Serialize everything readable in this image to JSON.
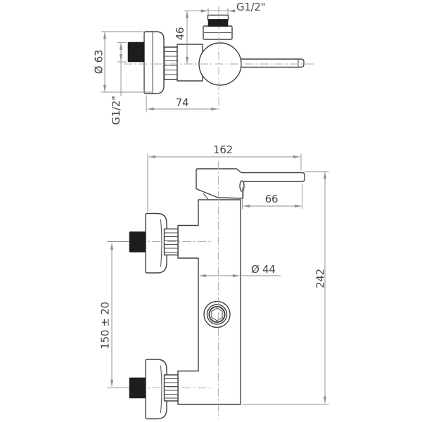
{
  "page": {
    "background": "#ffffff"
  },
  "colors": {
    "line": "#414141",
    "dimension_line": "#8f8f8f",
    "centerline": "#ababab",
    "thread_fill": "#1d1d1d"
  },
  "drawing": {
    "side_view": {
      "labels": {
        "top_thread": "G1/2\"",
        "top_height": "46",
        "flange_diameter": "Ø 63",
        "wall_thread": "G1/2\"",
        "depth_to_axis": "74"
      }
    },
    "front_view": {
      "labels": {
        "total_depth": "162",
        "lever_length": "66",
        "body_diameter": "Ø 44",
        "total_height": "242",
        "port_spacing": "150 ± 20"
      }
    }
  }
}
